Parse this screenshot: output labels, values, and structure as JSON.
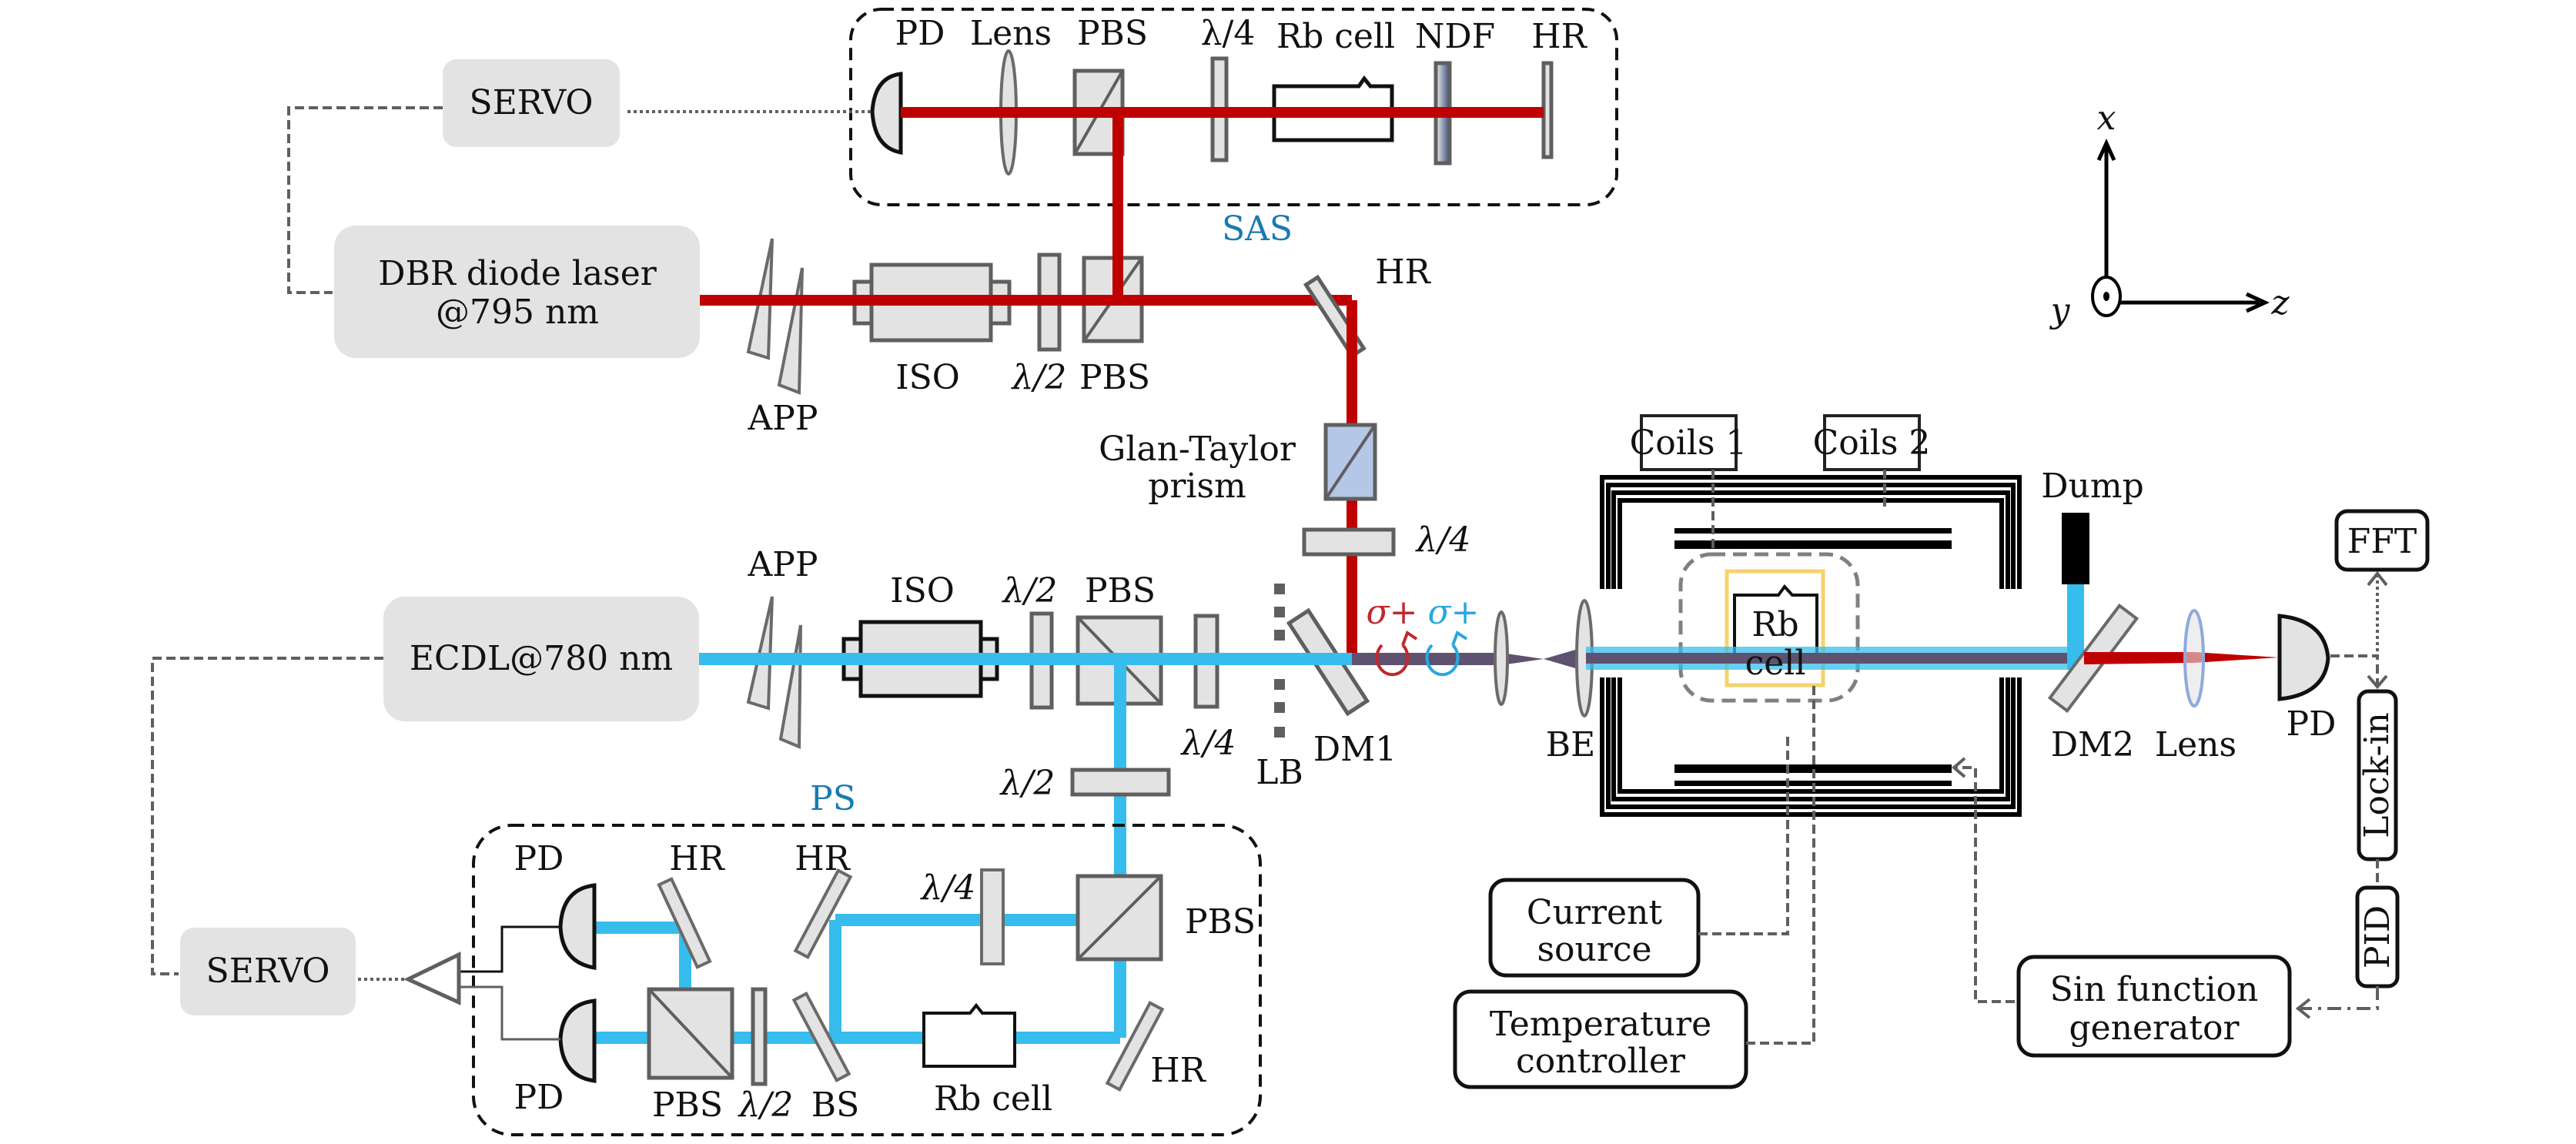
{
  "figure": {
    "type": "optical-setup-schematic",
    "beam_colors": {
      "pump_795nm": "#bf0000",
      "probe_780nm": "#36bdee",
      "overlap": "#5f5270"
    },
    "group_label_color": "#1a7bb0",
    "oven_color": "#f5d36b",
    "glan_taylor_color": "#b4c7e7"
  },
  "sas": {
    "group_label": "SAS",
    "components": [
      "PD",
      "Lens",
      "PBS",
      "λ/4",
      "Rb cell",
      "NDF",
      "HR"
    ]
  },
  "servo_top": {
    "label": "SERVO"
  },
  "dbr_laser": {
    "line1": "DBR diode laser",
    "line2": "@795 nm"
  },
  "dbr_path": {
    "app": "APP",
    "iso": "ISO",
    "half_wave": "λ/2",
    "pbs": "PBS",
    "hr": "HR"
  },
  "glan_taylor": {
    "line1": "Glan-Taylor",
    "line2": "prism"
  },
  "pump_quarter_wave": "λ/4",
  "ecdl": {
    "label": "ECDL@780 nm"
  },
  "ecdl_path": {
    "app": "APP",
    "iso": "ISO",
    "half_wave": "λ/2",
    "pbs": "PBS",
    "quarter_wave": "λ/4",
    "lb": "LB",
    "dm1": "DM1",
    "half_wave_down": "λ/2"
  },
  "polarization": {
    "pump": "σ+",
    "probe": "σ+"
  },
  "ps": {
    "group_label": "PS",
    "components": {
      "pd_top": "PD",
      "pd_bottom": "PD",
      "hr_1": "HR",
      "hr_2": "HR",
      "quarter_wave": "λ/4",
      "pbs_right": "PBS",
      "pbs_left": "PBS",
      "half_wave": "λ/2",
      "bs": "BS",
      "rb_cell": "Rb cell",
      "hr_3": "HR"
    }
  },
  "servo_bottom": {
    "label": "SERVO"
  },
  "chamber": {
    "coils_1": "Coils 1",
    "coils_2": "Coils 2",
    "be": "BE",
    "rb_cell_line1": "Rb",
    "rb_cell_line2": "cell",
    "dump": "Dump",
    "dm2": "DM2",
    "lens": "Lens",
    "pd": "PD"
  },
  "electronics": {
    "fft": "FFT",
    "lock_in": "Lock-in",
    "pid": "PID",
    "current_source": {
      "line1": "Current",
      "line2": "source"
    },
    "temperature_controller": {
      "line1": "Temperature",
      "line2": "controller"
    },
    "sin_generator": {
      "line1": "Sin function",
      "line2": "generator"
    }
  },
  "axes": {
    "x": "x",
    "y": "y",
    "z": "z"
  }
}
